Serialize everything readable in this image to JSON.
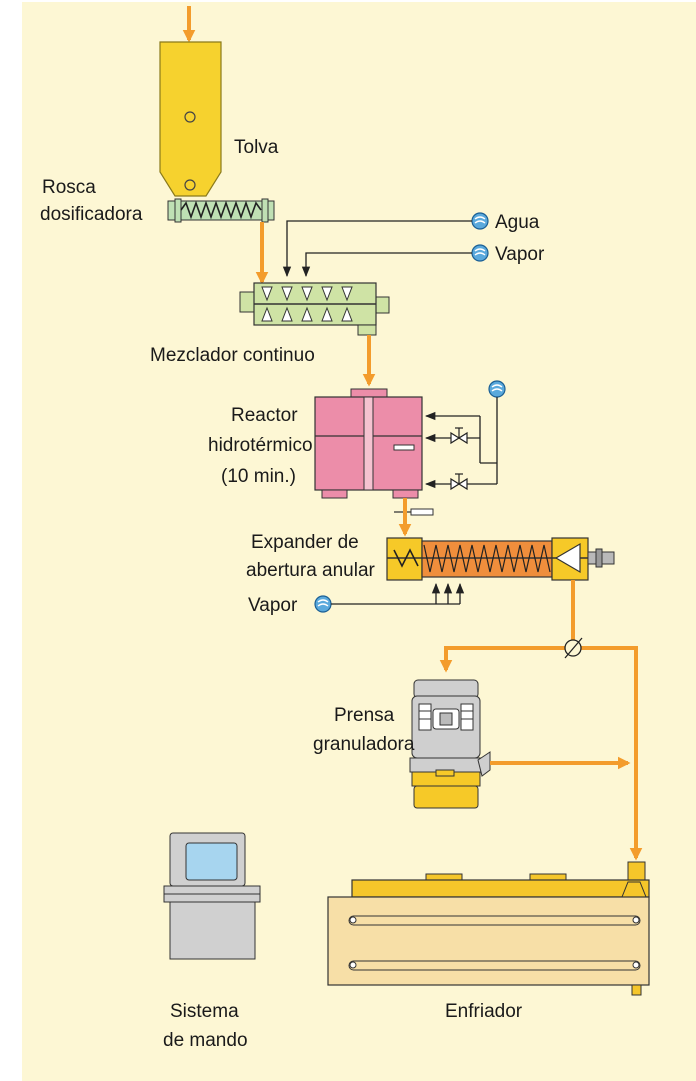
{
  "labels": {
    "tolva": "Tolva",
    "rosca_line1": "Rosca",
    "rosca_line2": "dosificadora",
    "agua": "Agua",
    "vapor_top": "Vapor",
    "mezclador": "Mezclador continuo",
    "reactor_line1": "Reactor",
    "reactor_line2": "hidrotérmico",
    "reactor_line3": "(10 min.)",
    "expander_line1": "Expander de",
    "expander_line2": "abertura anular",
    "vapor_expander": "Vapor",
    "prensa_line1": "Prensa",
    "prensa_line2": "granuladora",
    "sistema_line1": "Sistema",
    "sistema_line2": "de mando",
    "enfriador": "Enfriador"
  },
  "colors": {
    "background_panel": "#fdf7d4",
    "flow_arrow": "#f39c2c",
    "hopper_yellow": "#f6d22e",
    "mixer_green": "#cfe3a5",
    "reactor_pink": "#ec8da9",
    "expander_yellow": "#f6c928",
    "expander_orange": "#ef8e3c",
    "press_gray": "#cfcfcf",
    "cooler_tan": "#f7dfa7",
    "cooler_yellow": "#f5c62a",
    "valve_blue": "#58a9dd"
  }
}
